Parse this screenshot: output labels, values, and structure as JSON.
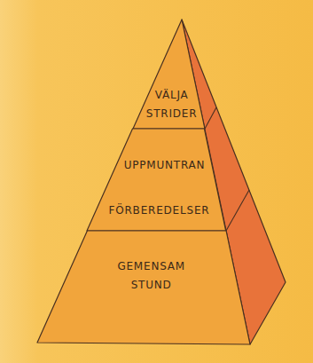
{
  "diagram": {
    "nodes": [
      {
        "text": [
          "VÄLJA STRIDER"
        ]
      },
      {
        "text": [
          "UPPMUNTRAN",
          "FÖRBEREDELSER"
        ]
      },
      {
        "text": [
          "GEMENSAM STUND"
        ]
      }
    ]
  }
}
